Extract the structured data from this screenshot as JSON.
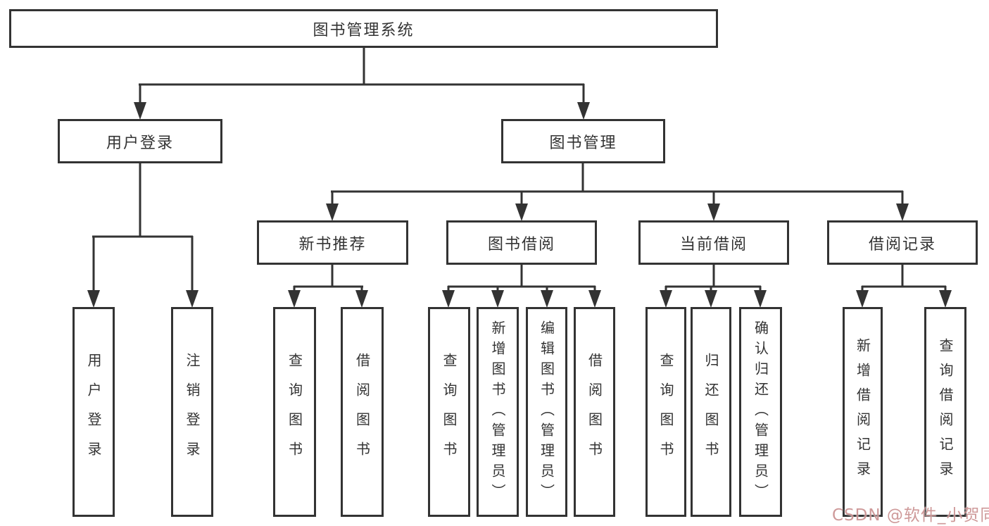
{
  "tree": {
    "label": "图书管理系统",
    "children": [
      {
        "label": "用户登录",
        "children": [
          {
            "label": "用户登录"
          },
          {
            "label": "注销登录"
          }
        ]
      },
      {
        "label": "图书管理",
        "children": [
          {
            "label": "新书推荐",
            "children": [
              {
                "label": "查询图书"
              },
              {
                "label": "借阅图书"
              }
            ]
          },
          {
            "label": "图书借阅",
            "children": [
              {
                "label": "查询图书"
              },
              {
                "label": "新增图书（管理员）"
              },
              {
                "label": "编辑图书（管理员）"
              },
              {
                "label": "借阅图书"
              }
            ]
          },
          {
            "label": "当前借阅",
            "children": [
              {
                "label": "查询图书"
              },
              {
                "label": "归还图书"
              },
              {
                "label": "确认归还（管理员）"
              }
            ]
          },
          {
            "label": "借阅记录",
            "children": [
              {
                "label": "新增借阅记录"
              },
              {
                "label": "查询借阅记录"
              }
            ]
          }
        ]
      }
    ]
  },
  "watermark": {
    "text": "CSDN @软件_小贺同学"
  },
  "colors": {
    "line": "#333333",
    "box_border": "#333333",
    "text": "#333333",
    "background": "#ffffff",
    "watermark": "#c68787"
  }
}
